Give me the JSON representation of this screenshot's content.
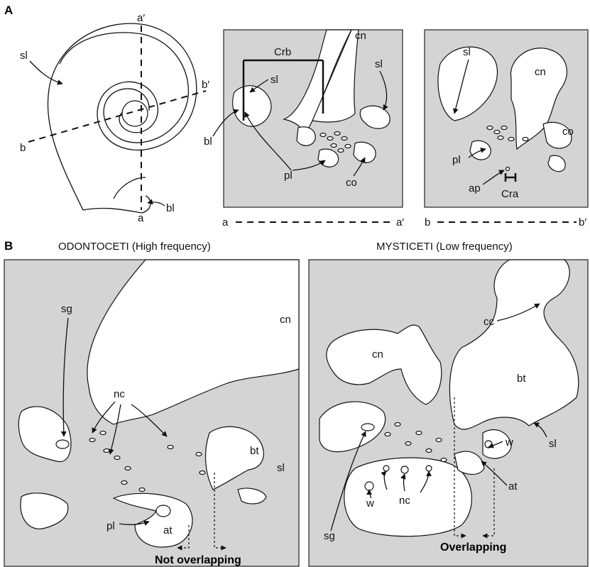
{
  "panel_a": {
    "letter": "A",
    "spiral": {
      "sl": "sl",
      "bl": "bl",
      "a_top": "a′",
      "a_bottom": "a",
      "b_left": "b",
      "b_right": "b′"
    },
    "section_a": {
      "crb": "Crb",
      "cn": "cn",
      "sl_left": "sl",
      "sl_right": "sl",
      "bl": "bl",
      "pl": "pl",
      "co": "co",
      "axis_left": "a",
      "axis_right": "a′"
    },
    "section_b": {
      "sl": "sl",
      "cn": "cn",
      "co": "co",
      "pl": "pl",
      "ap": "ap",
      "cra": "Cra",
      "axis_left": "b",
      "axis_right": "b′"
    }
  },
  "panel_b": {
    "letter": "B",
    "odontoceti": {
      "heading": "ODONTOCETI (High frequency)",
      "cn": "cn",
      "sg": "sg",
      "nc": "nc",
      "bt": "bt",
      "sl": "sl",
      "at": "at",
      "pl": "pl",
      "note": "Not overlapping"
    },
    "mysticeti": {
      "heading": "MYSTICETI (Low frequency)",
      "cc": "cc",
      "cn": "cn",
      "bt": "bt",
      "sl": "sl",
      "w_right": "w",
      "w_left": "w",
      "nc": "nc",
      "at": "at",
      "sg": "sg",
      "note": "Overlapping"
    }
  },
  "colors": {
    "panel_fill": "#d4d4d4",
    "stroke": "#111111"
  }
}
